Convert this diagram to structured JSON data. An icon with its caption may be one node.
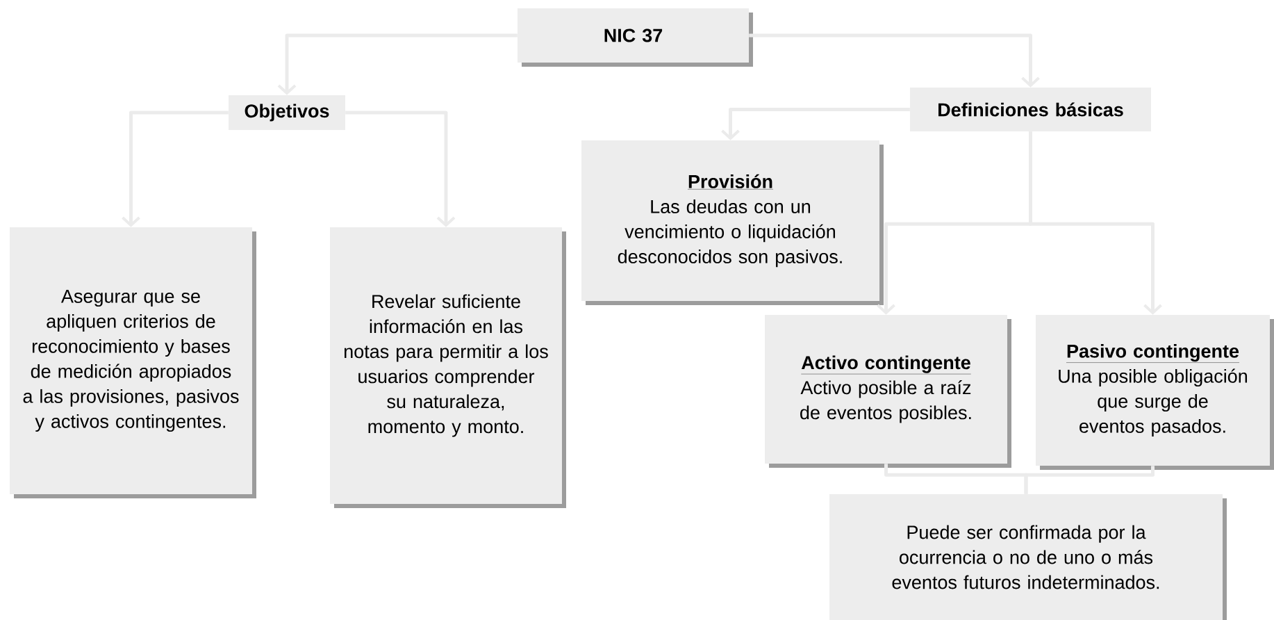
{
  "diagram": {
    "nodes": [
      {
        "text": [
          "NIC 37"
        ]
      },
      {
        "text": [
          "Objetivos"
        ]
      },
      {
        "text": [
          "Definiciones básicas"
        ]
      },
      {
        "text": [
          "Asegurar que se apliquen criterios de reconocimiento y bases de medición apropiados a las provisiones, pasivos y activos contingentes."
        ]
      },
      {
        "text": [
          "Revelar suficiente información en las notas para permitir a los usuarios comprender su naturaleza, momento y monto."
        ]
      },
      {
        "text": [
          "Provisión",
          "Las deudas con un vencimiento o liquidación desconocidos son pasivos."
        ]
      },
      {
        "text": [
          "Activo contingente",
          "Activo posible a raíz de eventos posibles."
        ]
      },
      {
        "text": [
          "Pasivo contingente",
          "Una posible obligación que surge de eventos pasados."
        ]
      },
      {
        "text": [
          "Puede ser confirmada por la ocurrencia o no de uno o más eventos futuros indeterminados."
        ]
      }
    ],
    "edges": [
      {
        "from": 0,
        "to": 1,
        "arrow": "to"
      },
      {
        "from": 0,
        "to": 2,
        "arrow": "to"
      },
      {
        "from": 1,
        "to": 3,
        "arrow": "to"
      },
      {
        "from": 1,
        "to": 4,
        "arrow": "to"
      },
      {
        "from": 2,
        "to": 5,
        "arrow": "to"
      },
      {
        "from": 2,
        "to": 6,
        "arrow": "to"
      },
      {
        "from": 2,
        "to": 7,
        "arrow": "to"
      },
      {
        "from": 6,
        "to": 8,
        "arrow": "none"
      },
      {
        "from": 7,
        "to": 8,
        "arrow": "none"
      }
    ]
  }
}
